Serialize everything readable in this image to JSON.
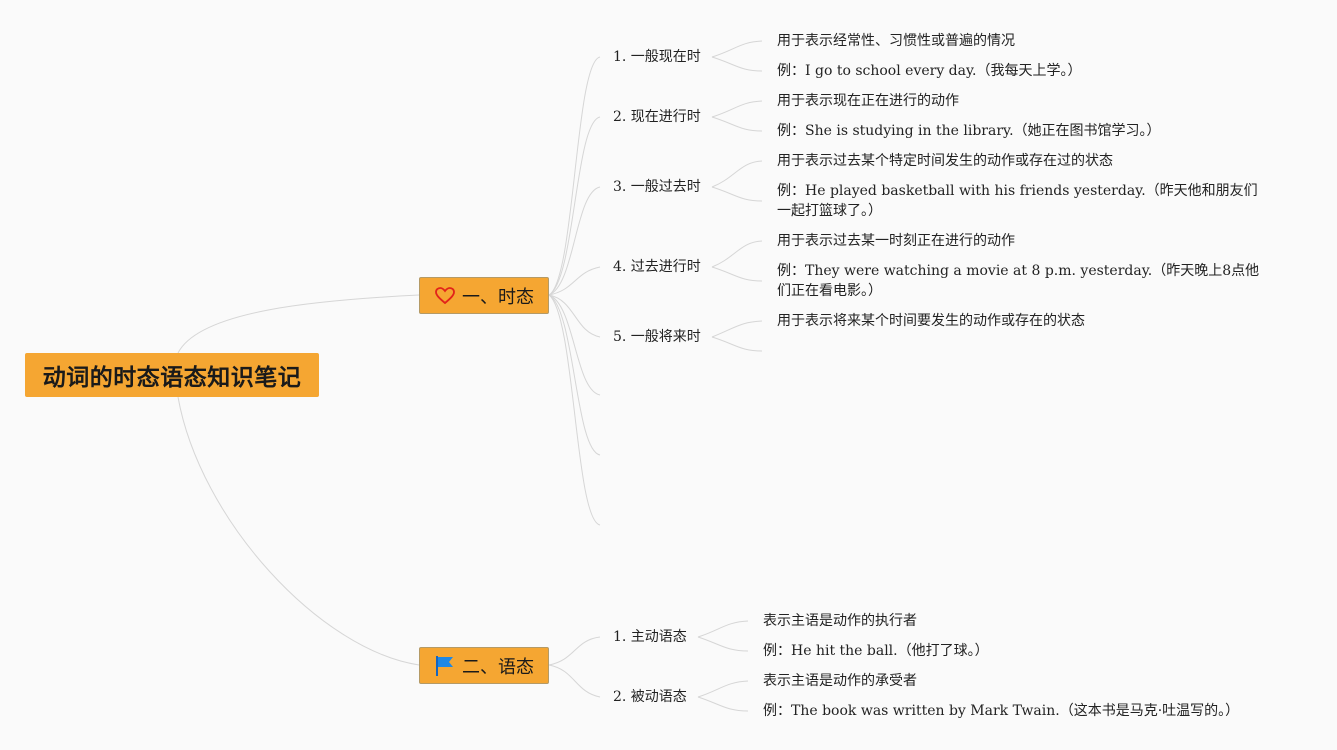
{
  "root": {
    "title": "动词的时态语态知识笔记"
  },
  "branches": [
    {
      "label": "一、时态",
      "icon": "heart-icon",
      "children": [
        {
          "label": "1. 一般现在时",
          "items": [
            "用于表示经常性、习惯性或普遍的情况",
            "例：I go to school every day.（我每天上学。）"
          ]
        },
        {
          "label": "2. 现在进行时",
          "items": [
            "用于表示现在正在进行的动作",
            "例：She is studying in the library.（她正在图书馆学习。）"
          ]
        },
        {
          "label": "3. 一般过去时",
          "items": [
            "用于表示过去某个特定时间发生的动作或存在过的状态",
            "例：He played basketball with his friends yesterday.（昨天他和朋友们一起打篮球了。）"
          ]
        },
        {
          "label": "4. 过去进行时",
          "items": [
            "用于表示过去某一时刻正在进行的动作",
            "例：They were watching a movie at 8 p.m. yesterday.（昨天晚上8点他们正在看电影。）"
          ]
        },
        {
          "label": "5. 一般将来时",
          "items": [
            "用于表示将来某个时间要发生的动作或存在的状态"
          ]
        }
      ]
    },
    {
      "label": "二、语态",
      "icon": "flag-icon",
      "children": [
        {
          "label": "1. 主动语态",
          "items": [
            "表示主语是动作的执行者",
            "例：He hit the ball.（他打了球。）"
          ]
        },
        {
          "label": "2. 被动语态",
          "items": [
            "表示主语是动作的承受者",
            "例：The book was written by Mark Twain.（这本书是马克·吐温写的。）"
          ]
        }
      ]
    }
  ]
}
